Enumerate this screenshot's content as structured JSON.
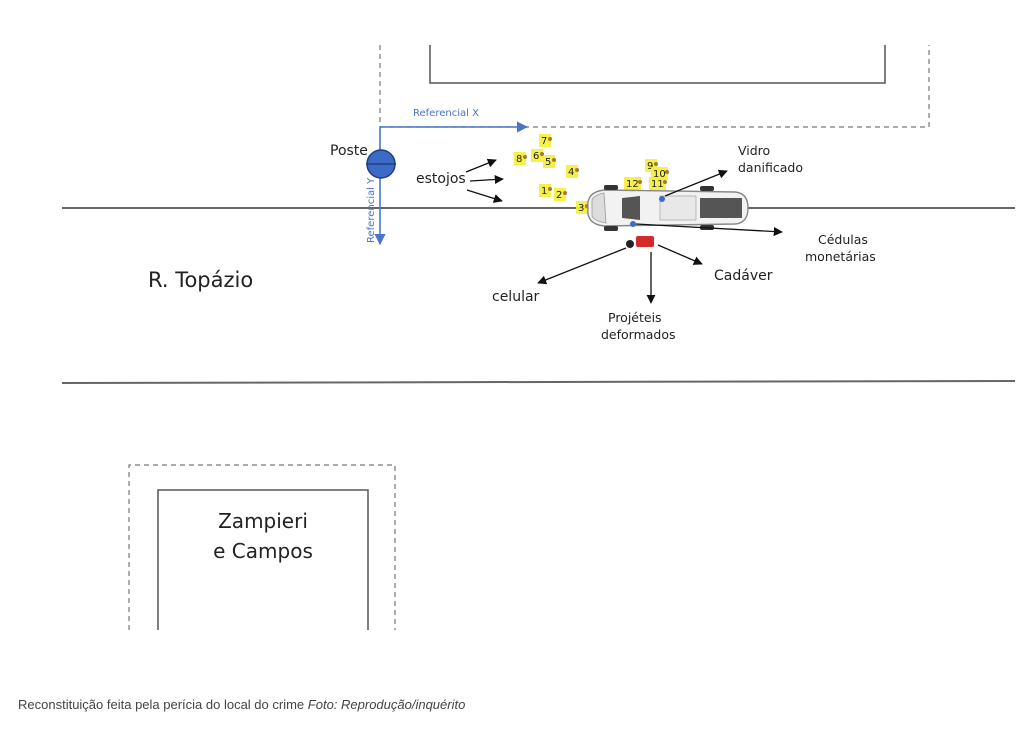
{
  "street_name": "R. Topázio",
  "building_name_line1": "Zampieri",
  "building_name_line2": "e Campos",
  "pole_label": "Poste",
  "ref_x_label": "Referencial X",
  "ref_y_label": "Referencial Y",
  "casings_label": "estojos",
  "labels": {
    "glass": [
      "Vidro",
      "danificado"
    ],
    "bills": [
      "Cédulas",
      "monetárias"
    ],
    "body": "Cadáver",
    "phone": "celular",
    "bullets": [
      "Projéteis",
      "deformados"
    ]
  },
  "markers": [
    "1",
    "2",
    "3",
    "4",
    "5",
    "6",
    "7",
    "8",
    "9",
    "10",
    "11",
    "12"
  ],
  "caption": {
    "text": "Reconstituição feita pela perícia do local do crime",
    "credit": "Foto: Reprodução/inquérito"
  },
  "colors": {
    "marker": "#f5ee3a",
    "pole": "#3b6bc4",
    "reference": "#4a74c9",
    "body": "#d42a2a",
    "line": "#555555"
  }
}
